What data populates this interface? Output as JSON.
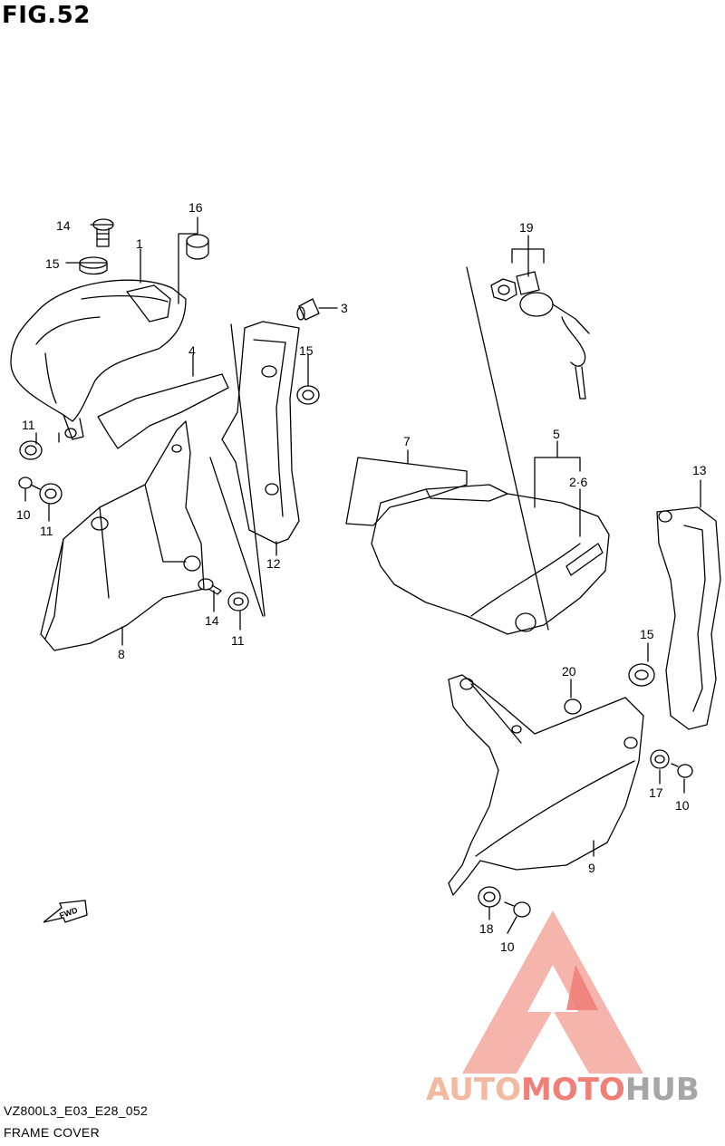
{
  "figure": {
    "number_label": "FIG.52",
    "model_code": "VZ800L3_E03_E28_052",
    "caption": "FRAME COVER"
  },
  "direction_marker": {
    "label": "FWD"
  },
  "callouts": [
    "1",
    "2·6",
    "3",
    "4",
    "5",
    "7",
    "8",
    "9",
    "10",
    "11",
    "12",
    "13",
    "14",
    "15",
    "16",
    "17",
    "18",
    "19",
    "20"
  ],
  "watermark": {
    "word_part1": "AUTO",
    "word_part2": "MOTO",
    "word_part3": "HUB",
    "color_1": "#f3b9a1",
    "color_2": "#f07f78",
    "color_3": "#a7a5a5"
  }
}
